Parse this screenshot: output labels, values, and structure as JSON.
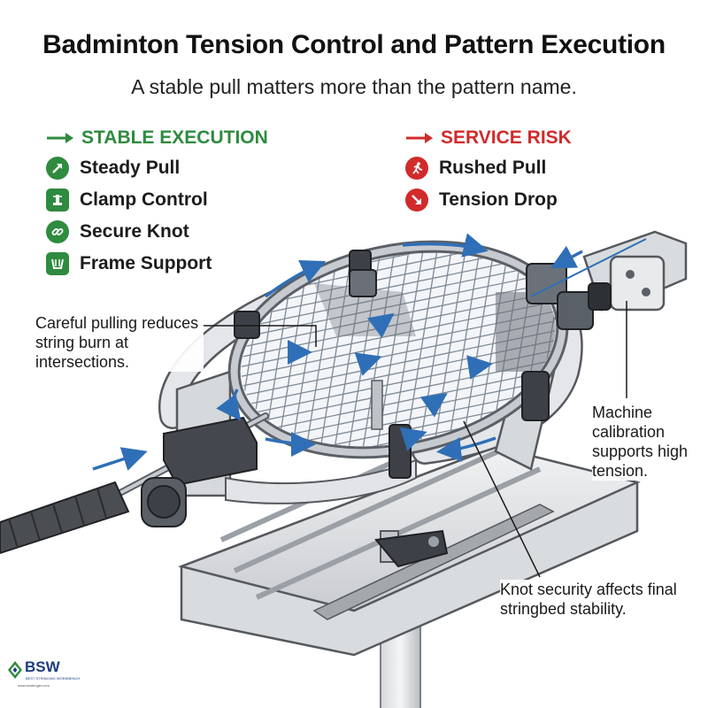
{
  "title": "Badminton Tension Control and Pattern Execution",
  "subtitle": "A stable pull matters more than the pattern name.",
  "colors": {
    "good": "#2e8b3f",
    "bad": "#d12b2b",
    "arrow": "#2f6fb7"
  },
  "stable": {
    "heading": "STABLE EXECUTION",
    "items": [
      {
        "label": "Steady Pull",
        "icon": "trend-arrow-icon"
      },
      {
        "label": "Clamp Control",
        "icon": "clamp-icon"
      },
      {
        "label": "Secure Knot",
        "icon": "chain-link-icon"
      },
      {
        "label": "Frame Support",
        "icon": "frame-mount-icon"
      }
    ]
  },
  "risk": {
    "heading": "SERVICE RISK",
    "items": [
      {
        "label": "Rushed Pull",
        "icon": "running-person-icon"
      },
      {
        "label": "Tension Drop",
        "icon": "downward-arrow-icon"
      }
    ]
  },
  "callouts": {
    "pulling": "Careful pulling reduces string burn at intersections.",
    "calibration": "Machine calibration supports high tension.",
    "knot": "Knot security affects final stringbed stability."
  },
  "logo": {
    "text": "BSW",
    "tagline": "BEST STRINGING WORKBENCH",
    "url": "www.bestringer.com"
  }
}
